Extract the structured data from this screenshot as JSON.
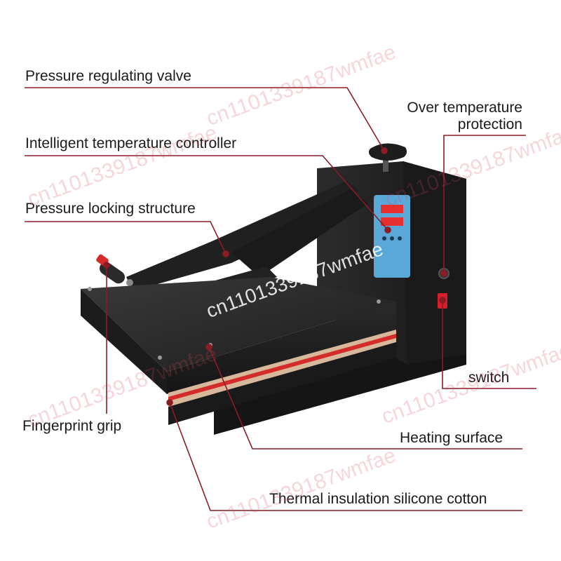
{
  "labels": {
    "pressure_valve": "Pressure regulating valve",
    "temp_controller": "Intelligent temperature controller",
    "locking_structure": "Pressure locking structure",
    "fingerprint_grip": "Fingerprint grip",
    "over_temp_line1": "Over temperature",
    "over_temp_line2": "protection",
    "switch": "switch",
    "heating_surface": "Heating surface",
    "insulation": "Thermal insulation silicone cotton"
  },
  "watermark": "cn1101339187wmfae",
  "colors": {
    "leader": "#8c1c24",
    "machine": "#1e1e1e",
    "red_stripe": "#d42b2b",
    "display": "#58b6e4",
    "switch": "#d81e2a"
  }
}
